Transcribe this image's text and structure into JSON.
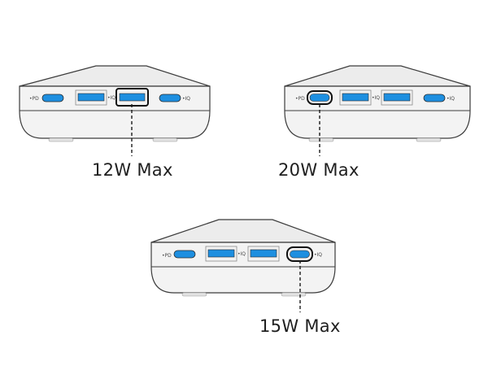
{
  "chargers": [
    {
      "port_tags": [
        "•PD",
        "•IQ",
        "•IQ"
      ],
      "highlighted_port": "usb-a-2",
      "callout_label": "12W Max"
    },
    {
      "port_tags": [
        "•PD",
        "•IQ",
        "•IQ"
      ],
      "highlighted_port": "usb-c-1",
      "callout_label": "20W Max"
    },
    {
      "port_tags": [
        "•PD",
        "•IQ",
        "•IQ"
      ],
      "highlighted_port": "usb-c-2",
      "callout_label": "15W Max"
    }
  ],
  "colors": {
    "body_fill": "#f3f3f3",
    "outline": "#3c3c3c",
    "port_blue": "#1e8fe0",
    "highlight_ring": "#111111"
  }
}
